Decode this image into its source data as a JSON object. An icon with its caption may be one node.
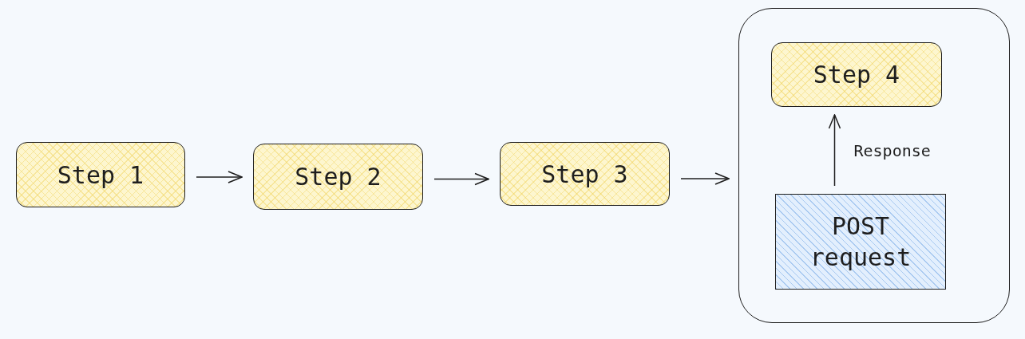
{
  "diagram": {
    "nodes": [
      {
        "text": [],
        "shape": "box"
      },
      {
        "text": [
          "Step 1"
        ]
      },
      {
        "text": [
          "Step 2"
        ]
      },
      {
        "text": [
          "Step 3"
        ]
      },
      {
        "text": [
          "Step 4"
        ],
        "in": 0
      },
      {
        "text": [
          "POST request"
        ],
        "in": 0
      }
    ],
    "edges": [
      {
        "from": 1,
        "to": 2,
        "arrow": "to"
      },
      {
        "from": 2,
        "to": 3,
        "arrow": "to"
      },
      {
        "from": 3,
        "to": 0,
        "arrow": "to"
      },
      {
        "from": 5,
        "to": 4,
        "arrow": "to",
        "label": "Response"
      }
    ]
  }
}
